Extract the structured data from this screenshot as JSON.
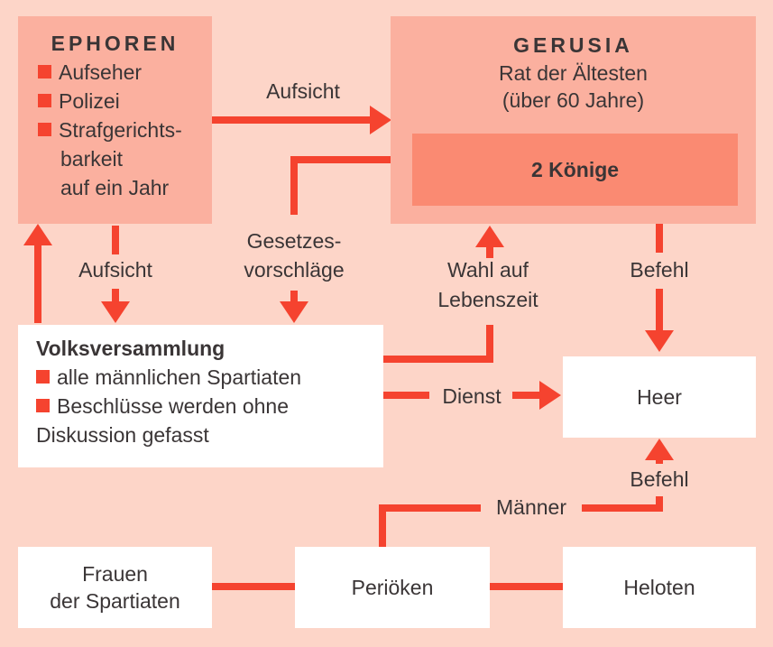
{
  "ephoren": {
    "title": "EPHOREN",
    "items": [
      "Aufseher",
      "Polizei",
      "Strafgerichts-"
    ],
    "continuation": [
      "barkeit",
      "auf ein Jahr"
    ]
  },
  "gerusia": {
    "title": "GERUSIA",
    "subtitle1": "Rat der Ältesten",
    "subtitle2": "(über 60 Jahre)",
    "kings": "2 Könige"
  },
  "volksversammlung": {
    "title": "Volksversammlung",
    "items": [
      "alle männlichen Spartiaten",
      "Beschlüsse werden ohne"
    ],
    "continuation": "Diskussion gefasst"
  },
  "heer": "Heer",
  "frauen": {
    "line1": "Frauen",
    "line2": "der Spartiaten"
  },
  "perioeken": "Periöken",
  "heloten": "Heloten",
  "labels": {
    "aufsicht_top": "Aufsicht",
    "aufsicht_left": "Aufsicht",
    "gesetzes1": "Gesetzes-",
    "gesetzes2": "vorschläge",
    "wahl1": "Wahl auf",
    "wahl2": "Lebenszeit",
    "befehl_top": "Befehl",
    "dienst": "Dienst",
    "maenner": "Männer",
    "befehl_bottom": "Befehl"
  },
  "colors": {
    "background": "#fdd5c8",
    "box": "#fbb09f",
    "kings": "#fa8a72",
    "arrow": "#f5432f"
  }
}
